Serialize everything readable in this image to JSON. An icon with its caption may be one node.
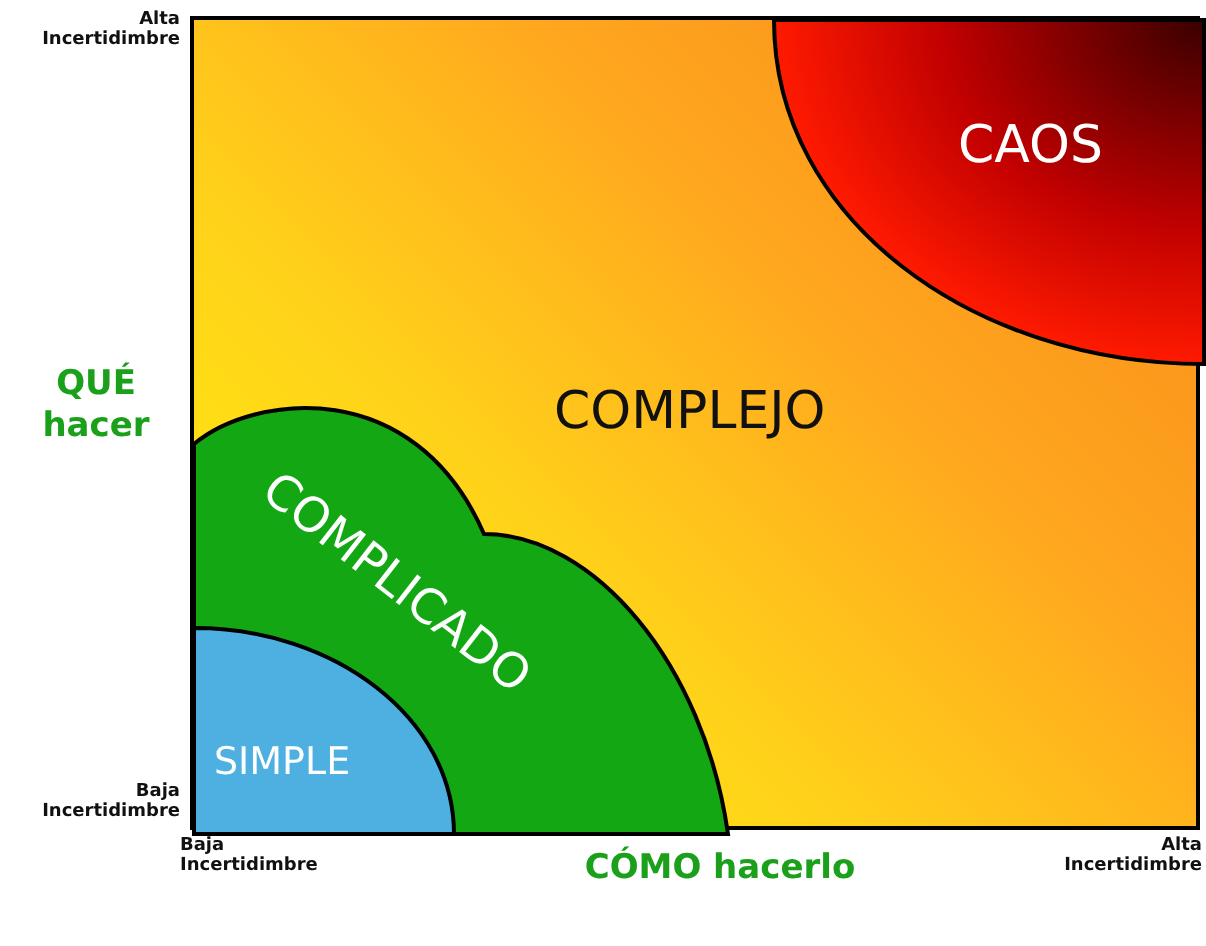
{
  "diagram": {
    "nodes": [
      {
        "text": [
          "COMPLEJO"
        ]
      },
      {
        "text": [
          "CAOS"
        ],
        "in": 0
      },
      {
        "text": [
          "COMPLICADO"
        ],
        "in": 0
      },
      {
        "text": [
          "SIMPLE"
        ],
        "in": 2
      }
    ],
    "labels": [
      "Alta Incertidimbre",
      "QUÉ hacer",
      "Baja Incertidimbre",
      "Baja Incertidimbre",
      "CÓMO hacerlo",
      "Alta Incertidimbre"
    ]
  }
}
